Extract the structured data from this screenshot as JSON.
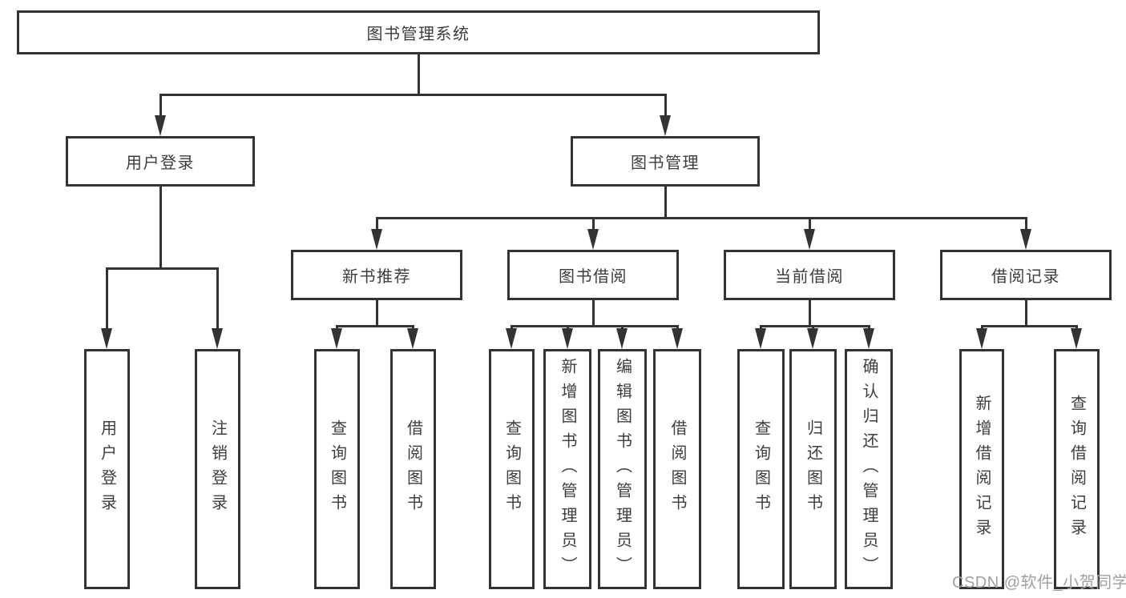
{
  "title": "图书管理系统",
  "watermark": "CSDN @软件_小贺同学",
  "colors": {
    "line": "#333333",
    "text": "#3d3d3d",
    "watermark": "#a0a0a0",
    "bg": "#ffffff"
  },
  "tree": {
    "root": {
      "label": "图书管理系统"
    },
    "l2": [
      {
        "label": "用户登录"
      },
      {
        "label": "图书管理"
      }
    ],
    "l3": [
      {
        "label": "新书推荐"
      },
      {
        "label": "图书借阅"
      },
      {
        "label": "当前借阅"
      },
      {
        "label": "借阅记录"
      }
    ],
    "leaves": [
      {
        "label": "用户登录"
      },
      {
        "label": "注销登录"
      },
      {
        "label": "查询图书"
      },
      {
        "label": "借阅图书"
      },
      {
        "label": "查询图书"
      },
      {
        "label": "新增图书（管理员）"
      },
      {
        "label": "编辑图书（管理员）"
      },
      {
        "label": "借阅图书"
      },
      {
        "label": "查询图书"
      },
      {
        "label": "归还图书"
      },
      {
        "label": "确认归还（管理员）"
      },
      {
        "label": "新增借阅记录"
      },
      {
        "label": "查询借阅记录"
      }
    ]
  }
}
